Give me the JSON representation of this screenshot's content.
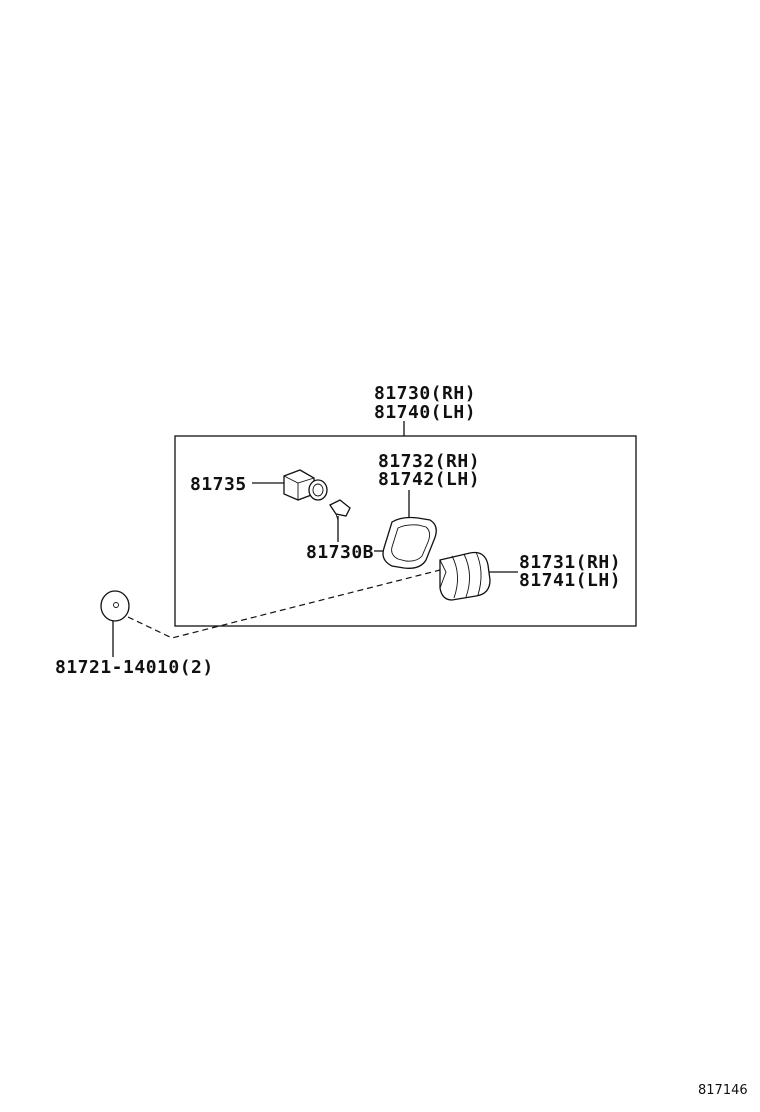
{
  "callouts": {
    "assembly_rh": "81730(RH)",
    "assembly_lh": "81740(LH)",
    "gasket_rh": "81732(RH)",
    "gasket_lh": "81742(LH)",
    "socket": "81735",
    "bulb": "81730B",
    "lens_rh": "81731(RH)",
    "lens_lh": "81741(LH)",
    "grommet": "81721-14010(2)"
  },
  "figure_number": "817146"
}
